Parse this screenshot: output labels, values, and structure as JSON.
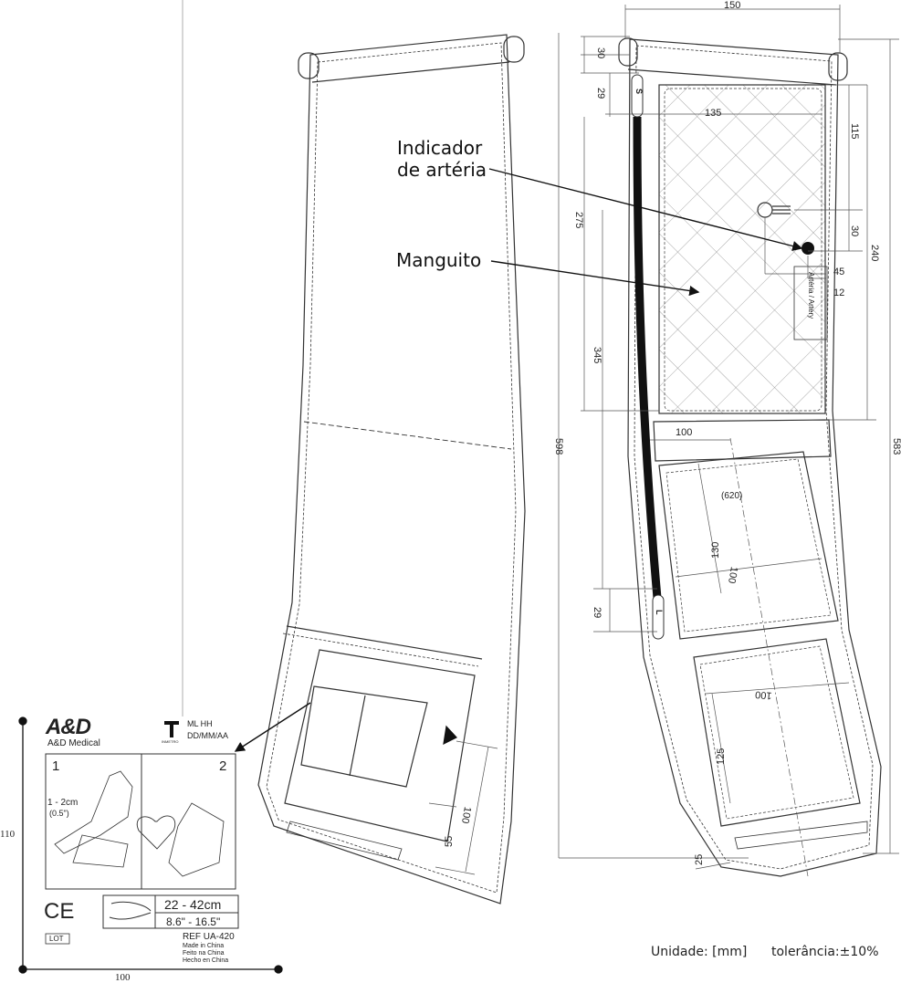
{
  "callouts": {
    "artery_indicator_l1": "Indicador",
    "artery_indicator_l2": "de artéria",
    "cuff": "Manguito"
  },
  "footer": {
    "unit": "Unidade: [mm]",
    "tolerance": "tolerância:±10%"
  },
  "dimensions": {
    "width_top": "150",
    "d30_top": "30",
    "d29_top": "29",
    "d135": "135",
    "d115": "115",
    "d275": "275",
    "d30_mid": "30",
    "d240": "240",
    "d45": "45",
    "d12": "12",
    "d345": "345",
    "d598": "598",
    "d583": "583",
    "d100_a": "100",
    "d620": "(620)",
    "d130": "130",
    "d100_b": "100",
    "d29_bot": "29",
    "d100_c": "100",
    "d125": "125",
    "d25": "25",
    "d100_left": "100",
    "d55_left": "55",
    "label_w": "100",
    "label_h": "110"
  },
  "markings": {
    "artery_text": "Artéria / Artery",
    "s_mark": "S",
    "l_mark": "L"
  },
  "label": {
    "brand": "A&D",
    "brand_sub": "A&D Medical",
    "cert_l1": "ML HH",
    "cert_l2": "DD/MM/AA",
    "inmetro": "INMETRO",
    "step1": "1",
    "step2": "2",
    "step1_dist": "1 - 2cm",
    "step1_dist_in": "(0.5\")",
    "ce": "CE",
    "range_cm": "22 - 42cm",
    "range_in": "8.6\" - 16.5\"",
    "lot": "LOT",
    "ref": "REF UA-420",
    "made1": "Made in China",
    "made2": "Feito na China",
    "made3": "Hecho en China"
  }
}
